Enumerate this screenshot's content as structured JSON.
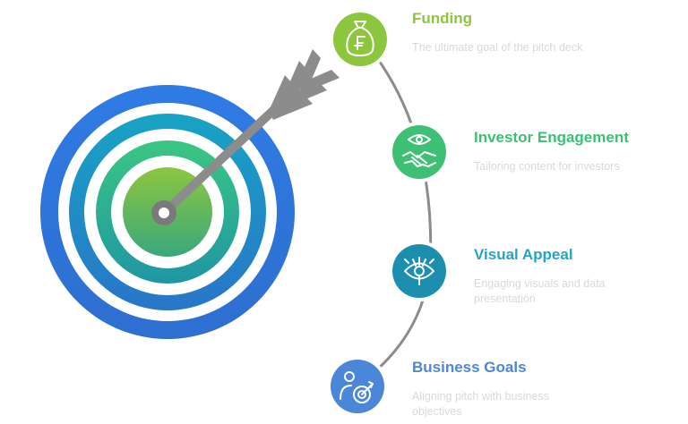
{
  "colors": {
    "funding": "#8cc63e",
    "investor": "#3dbf74",
    "visual": "#25a4c9",
    "goals": "#4a87d9",
    "description": "#d9d9d9",
    "arrow": "#8c8c8c",
    "connector": "#8c8c8c"
  },
  "steps": [
    {
      "title": "Funding",
      "description": "The ultimate goal of the pitch deck",
      "icon": "money-bag-icon"
    },
    {
      "title": "Investor Engagement",
      "description": "Tailoring content for investors",
      "icon": "eye-handshake-icon"
    },
    {
      "title": "Visual Appeal",
      "description": "Engaging visuals and data presentation",
      "icon": "eye-focus-icon"
    },
    {
      "title": "Business Goals",
      "description": "Aligning pitch with business objectives",
      "icon": "person-target-icon"
    }
  ]
}
